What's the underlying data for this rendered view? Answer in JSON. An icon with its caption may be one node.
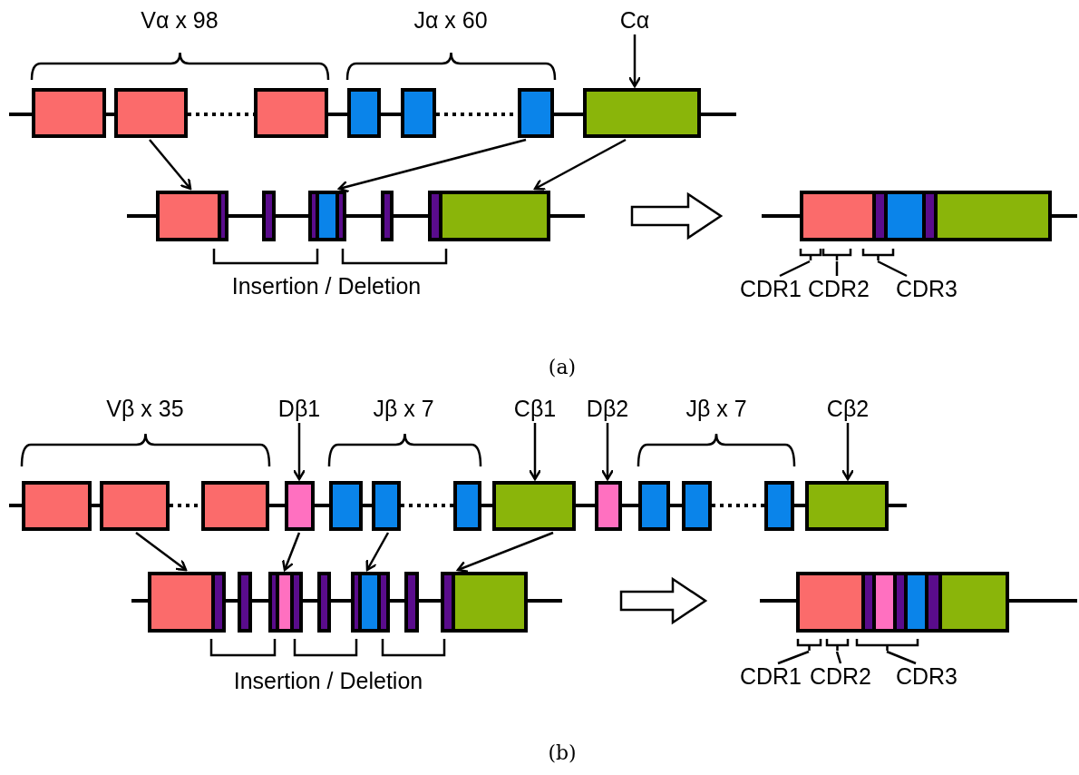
{
  "diagram": {
    "nodes": [
      {
        "text": [],
        "shape": "box"
      },
      {
        "text": [],
        "shape": "box"
      },
      {
        "text": [],
        "shape": "box"
      },
      {
        "text": [],
        "shape": "box"
      },
      {
        "text": [],
        "shape": "box"
      },
      {
        "text": [],
        "shape": "box"
      },
      {
        "text": [],
        "shape": "box"
      },
      {
        "text": [
          "Cα"
        ]
      },
      {
        "text": [],
        "shape": "box"
      },
      {
        "text": [],
        "shape": "box"
      },
      {
        "text": [],
        "shape": "box"
      },
      {
        "text": [],
        "shape": "box"
      },
      {
        "text": [],
        "shape": "box"
      },
      {
        "text": [],
        "shape": "box"
      },
      {
        "text": [],
        "shape": "box"
      },
      {
        "text": [],
        "shape": "box"
      },
      {
        "text": [],
        "shape": "box"
      },
      {
        "text": [],
        "shape": "box"
      },
      {
        "text": [],
        "shape": "box"
      },
      {
        "text": [],
        "shape": "box"
      },
      {
        "text": [],
        "shape": "box"
      },
      {
        "text": [],
        "shape": "box"
      },
      {
        "text": [
          "CDR1"
        ]
      },
      {
        "text": [
          "CDR2"
        ]
      },
      {
        "text": [
          "CDR3"
        ]
      },
      {
        "text": [],
        "shape": "box"
      },
      {
        "text": [],
        "shape": "box"
      },
      {
        "text": [],
        "shape": "box"
      },
      {
        "text": [
          "Dβ1"
        ]
      },
      {
        "text": [],
        "shape": "box"
      },
      {
        "text": [],
        "shape": "box"
      },
      {
        "text": [],
        "shape": "box"
      },
      {
        "text": [],
        "shape": "box"
      },
      {
        "text": [
          "Cβ1"
        ]
      },
      {
        "text": [],
        "shape": "box"
      },
      {
        "text": [
          "Dβ2"
        ]
      },
      {
        "text": [],
        "shape": "box"
      },
      {
        "text": [],
        "shape": "box"
      },
      {
        "text": [],
        "shape": "box"
      },
      {
        "text": [],
        "shape": "box"
      },
      {
        "text": [
          "Cβ2"
        ]
      },
      {
        "text": [],
        "shape": "box"
      },
      {
        "text": [],
        "shape": "box"
      },
      {
        "text": [],
        "shape": "box"
      },
      {
        "text": [],
        "shape": "box"
      },
      {
        "text": [],
        "shape": "box"
      },
      {
        "text": [],
        "shape": "box"
      },
      {
        "text": [],
        "shape": "box"
      },
      {
        "text": [],
        "shape": "box"
      },
      {
        "text": [],
        "shape": "box"
      },
      {
        "text": [],
        "shape": "box"
      },
      {
        "text": [],
        "shape": "box"
      },
      {
        "text": [],
        "shape": "box"
      },
      {
        "text": [],
        "shape": "box"
      },
      {
        "text": [],
        "shape": "box"
      },
      {
        "text": [],
        "shape": "box"
      },
      {
        "text": [],
        "shape": "box"
      },
      {
        "text": [],
        "shape": "box"
      },
      {
        "text": [],
        "shape": "box"
      },
      {
        "text": [],
        "shape": "box"
      },
      {
        "text": [],
        "shape": "box"
      },
      {
        "text": [],
        "shape": "box"
      },
      {
        "text": [
          "CDR1"
        ]
      },
      {
        "text": [
          "CDR2"
        ]
      },
      {
        "text": [
          "CDR3"
        ]
      },
      {
        "text": [],
        "shape": "bracket"
      },
      {
        "text": [],
        "shape": "bracket"
      },
      {
        "text": [],
        "shape": "bracket"
      },
      {
        "text": [],
        "shape": "bracket"
      },
      {
        "text": [],
        "shape": "bracket"
      },
      {
        "text": [],
        "shape": "bracket"
      }
    ],
    "edges": [
      {
        "from": 7,
        "to": 6,
        "arrow": "to"
      },
      {
        "from": 1,
        "to": 8,
        "arrow": "to"
      },
      {
        "from": 5,
        "to": 12,
        "arrow": "to"
      },
      {
        "from": 6,
        "to": 16,
        "arrow": "to"
      },
      {
        "from": 22,
        "to": 65,
        "arrow": "none"
      },
      {
        "from": 23,
        "to": 66,
        "arrow": "none"
      },
      {
        "from": 24,
        "to": 67,
        "arrow": "none"
      },
      {
        "from": 28,
        "to": 29,
        "arrow": "to"
      },
      {
        "from": 33,
        "to": 34,
        "arrow": "to"
      },
      {
        "from": 35,
        "to": 36,
        "arrow": "to"
      },
      {
        "from": 40,
        "to": 41,
        "arrow": "to"
      },
      {
        "from": 26,
        "to": 42,
        "arrow": "to"
      },
      {
        "from": 29,
        "to": 46,
        "arrow": "to"
      },
      {
        "from": 31,
        "to": 50,
        "arrow": "to"
      },
      {
        "from": 34,
        "to": 54,
        "arrow": "to"
      },
      {
        "from": 62,
        "to": 68,
        "arrow": "none"
      },
      {
        "from": 63,
        "to": 69,
        "arrow": "none"
      },
      {
        "from": 64,
        "to": 70,
        "arrow": "none"
      }
    ],
    "labels": [
      "Vα x 98",
      "Jα x 60",
      "Insertion / Deletion",
      "(a)",
      "Vβ x 35",
      "Jβ x 7",
      "Jβ x 7",
      "Insertion / Deletion",
      "(b)"
    ]
  }
}
